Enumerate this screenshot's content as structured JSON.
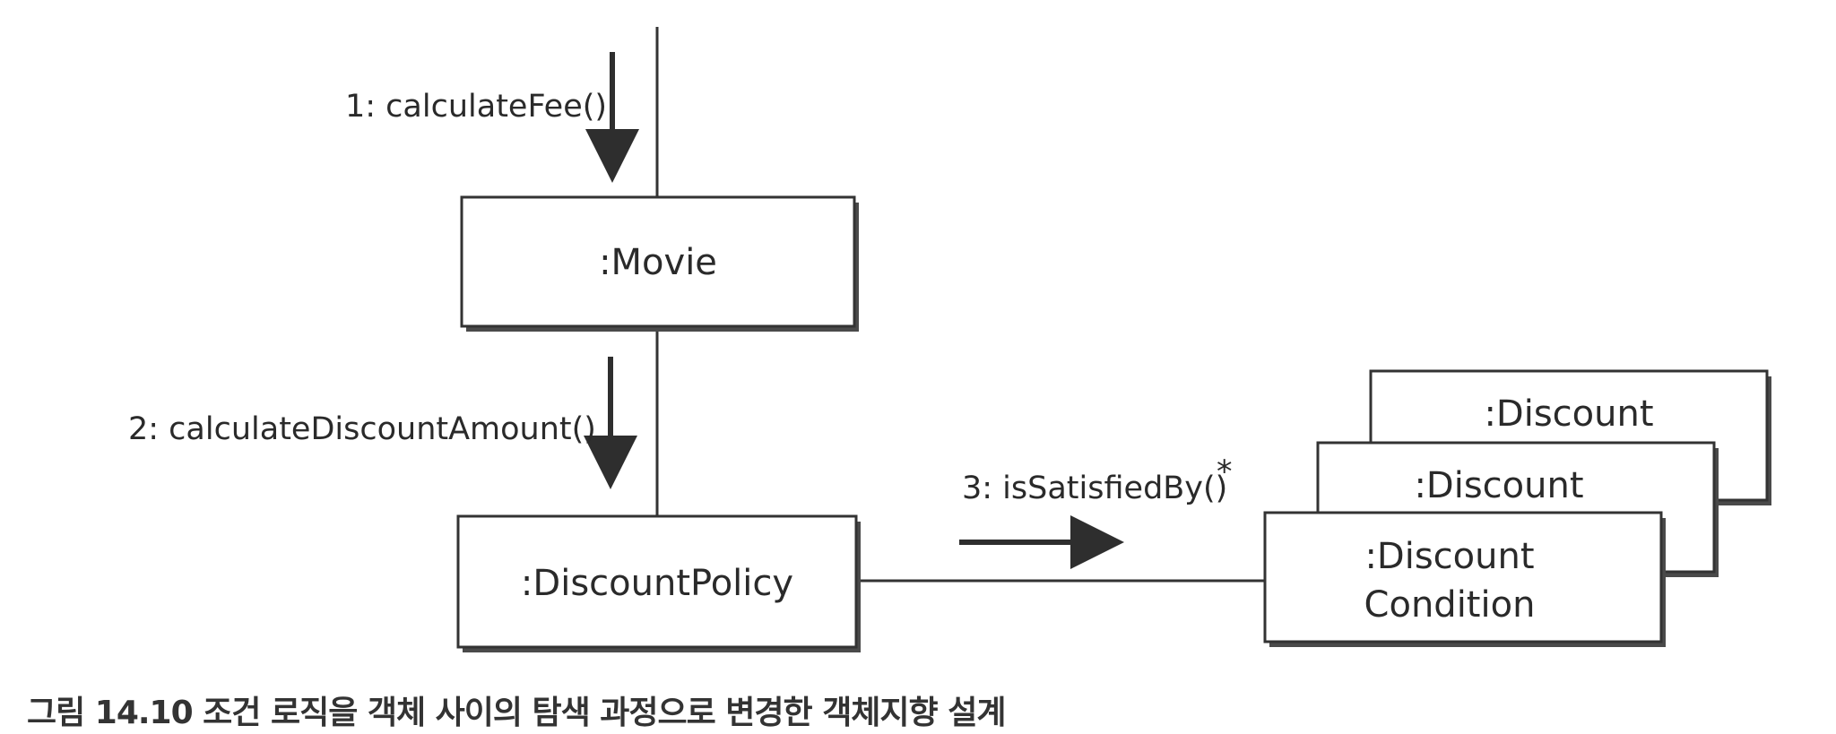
{
  "diagram": {
    "nodes": {
      "movie": {
        "label": ":Movie"
      },
      "discount_policy": {
        "label": ":DiscountPolicy"
      },
      "discount_condition_back": {
        "label": ":Discount"
      },
      "discount_condition_middle": {
        "label": ":Discount"
      },
      "discount_condition_front": {
        "line1": ":Discount",
        "line2": "Condition"
      }
    },
    "messages": [
      {
        "label": "1: calculateFee()"
      },
      {
        "label": "2: calculateDiscountAmount()"
      },
      {
        "label": "3: isSatisfiedBy()",
        "multiplicity": "*"
      }
    ]
  },
  "caption": "그림 14.10 조건 로직을 객체 사이의 탐색 과정으로 변경한 객체지향 설계"
}
